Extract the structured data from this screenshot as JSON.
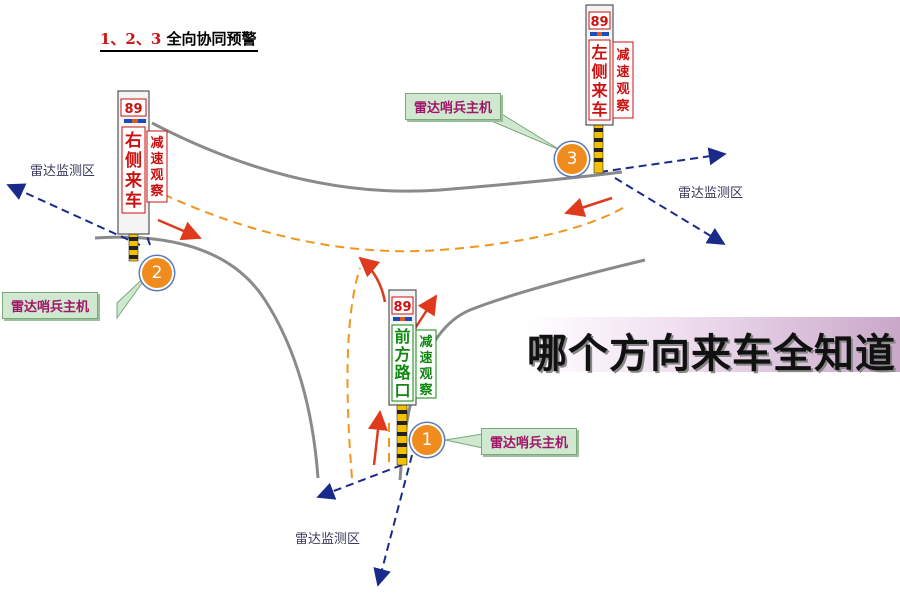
{
  "title": {
    "prefix": "1、2、3",
    "text": "全向协同预警"
  },
  "slogan": "哪个方向来车全知道",
  "zones": [
    {
      "id": "left",
      "label": "雷达监测区"
    },
    {
      "id": "right",
      "label": "雷达监测区"
    },
    {
      "id": "bottom",
      "label": "雷达监测区"
    }
  ],
  "hosts": [
    {
      "id": "host-1",
      "label": "雷达哨兵主机",
      "number": "1"
    },
    {
      "id": "host-2",
      "label": "雷达哨兵主机",
      "number": "2"
    },
    {
      "id": "host-3",
      "label": "雷达哨兵主机",
      "number": "3"
    }
  ],
  "signs": [
    {
      "id": "sign-2",
      "speed": "89",
      "main_chars": [
        "右",
        "侧",
        "来",
        "车"
      ],
      "side_chars": [
        "减",
        "速",
        "观",
        "察"
      ],
      "main_color": "#cc1111"
    },
    {
      "id": "sign-3",
      "speed": "89",
      "main_chars": [
        "左",
        "侧",
        "来",
        "车"
      ],
      "side_chars": [
        "减",
        "速",
        "观",
        "察"
      ],
      "main_color": "#cc1111"
    },
    {
      "id": "sign-1",
      "speed": "89",
      "main_chars": [
        "前",
        "方",
        "路",
        "口"
      ],
      "side_chars": [
        "减",
        "速",
        "观",
        "察"
      ],
      "main_color": "#118811"
    }
  ],
  "colors": {
    "road": "#8a8a8a",
    "radar": "#1a2a8a",
    "path": "#f0961e",
    "arrow": "#e03a1e",
    "sign_red": "#cc1111",
    "sign_green": "#118811",
    "pole_yellow": "#f2c200"
  }
}
